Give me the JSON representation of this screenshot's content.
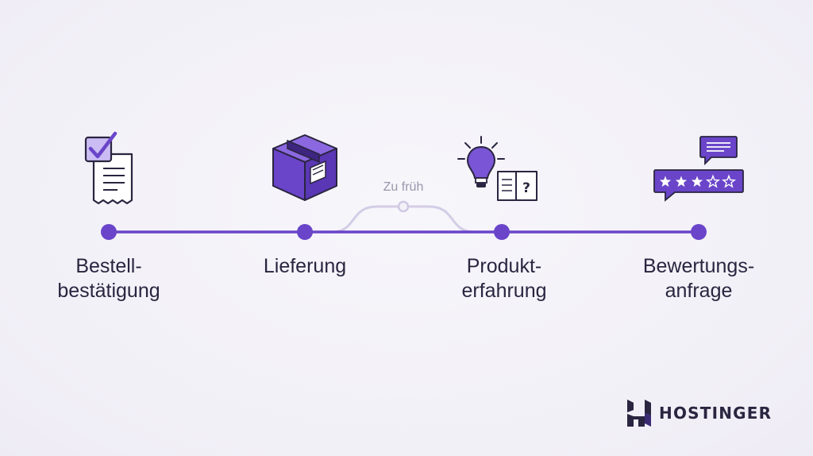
{
  "steps": [
    {
      "label": "Bestell-\nbestätigung",
      "icon": "order-checklist-icon"
    },
    {
      "label": "Lieferung",
      "icon": "package-box-icon"
    },
    {
      "label": "Produkt-\nerfahrung",
      "icon": "lightbulb-book-icon"
    },
    {
      "label": "Bewertungs-\nanfrage",
      "icon": "star-rating-chat-icon"
    }
  ],
  "detour": {
    "label": "Zu früh"
  },
  "brand": {
    "name": "HOSTINGER",
    "icon": "hostinger-logo-icon"
  },
  "colors": {
    "primary": "#6a45c9",
    "dark": "#2a2540",
    "detour": "#cfc9e3",
    "background": "#f3f1f8"
  }
}
